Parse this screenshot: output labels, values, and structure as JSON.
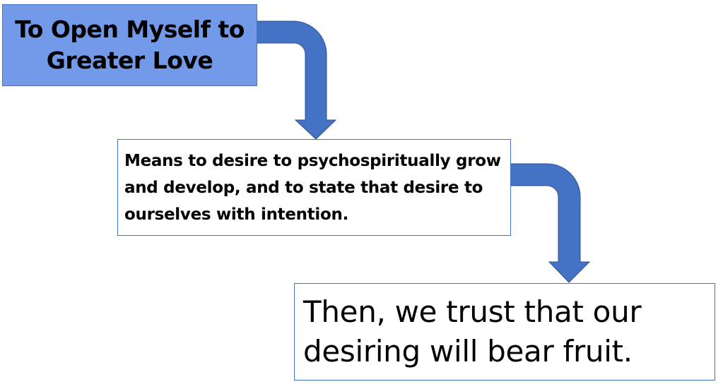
{
  "diagram": {
    "nodes": [
      {
        "id": "step1",
        "text": "To Open Myself to Greater Love"
      },
      {
        "id": "step2",
        "text": "Means to desire to psychospiritually grow and develop, and to state that desire to ourselves with intention."
      },
      {
        "id": "step3",
        "text": "Then, we trust that our desiring will bear fruit."
      }
    ],
    "edges": [
      {
        "from": "step1",
        "to": "step2",
        "icon": "bent-arrow-down-icon"
      },
      {
        "from": "step2",
        "to": "step3",
        "icon": "bent-arrow-down-icon"
      }
    ],
    "colors": {
      "title_fill": "#7399E9",
      "border": "#4472C4",
      "arrow": "#4472C4"
    }
  }
}
